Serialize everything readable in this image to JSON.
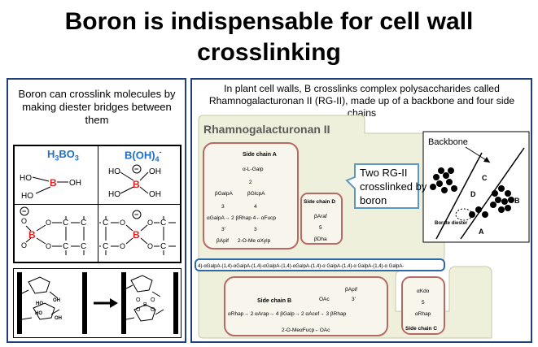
{
  "title": "Boron is indispensable for cell wall crosslinking",
  "left_panel": {
    "caption_main": "Boron can crosslink molecules by making diester bridges between them",
    "formula_1": "H3BO3",
    "formula_2": "B(OH)4-",
    "atoms": {
      "HO": "HO",
      "OH": "OH",
      "B": "B",
      "O": "O",
      "C": "C",
      "minus": "−"
    }
  },
  "right_panel": {
    "caption": "In plant cell walls, B crosslinks complex polysaccharides called Rhamnogalacturonan II (RG-II), made up of a backbone and four side chains",
    "rg2_title": "Rhamnogalacturonan II",
    "callout": "Two RG-II crosslinked by boron",
    "side_chain_a": {
      "label": "Side chain A",
      "lines": [
        "α-L-Galp",
        "2",
        "βGalpA",
        "βGlcpA",
        "3",
        "4",
        "αGalpA→ 2 βRhap 4←αFucp",
        "3'",
        "3",
        "βApif",
        "2-O-Me αXylp"
      ]
    },
    "side_chain_d": {
      "label": "Side chain D",
      "lines": [
        "βAraf",
        "5",
        "βDha"
      ]
    },
    "backbone_line": "4)-αGalpA-(1,4)-αGalpA-(1,4)-αGalpA-(1,4)-αGalpA-(1,4)-α GalpA-(1,4)-α GalpA-(1,4)-α GalpA-",
    "side_chain_b": {
      "label": "Side chain B",
      "lines": [
        "βApif",
        "3'",
        "OAc",
        "αRhap→ 2 αArap→ 4 βGalp→ 2 αAcef→ 3 βRhap",
        "2-O-MeαFucp←OAc"
      ]
    },
    "side_chain_c": {
      "label": "Side chain C",
      "lines": [
        "αKdo",
        "5",
        "αRhap"
      ]
    },
    "inset": {
      "backbone": "Backbone",
      "borate": "Borate diester",
      "A": "A",
      "B": "B",
      "C": "C",
      "D": "D"
    }
  },
  "colors": {
    "panel_border": "#1f3f7a",
    "formula": "#1f6fc4",
    "boron": "#e02020",
    "rg2_fill": "#eef0dc",
    "box_border": "#b76a64",
    "backbone_box": "#2e6aa8",
    "callout": "#5b97c9"
  }
}
